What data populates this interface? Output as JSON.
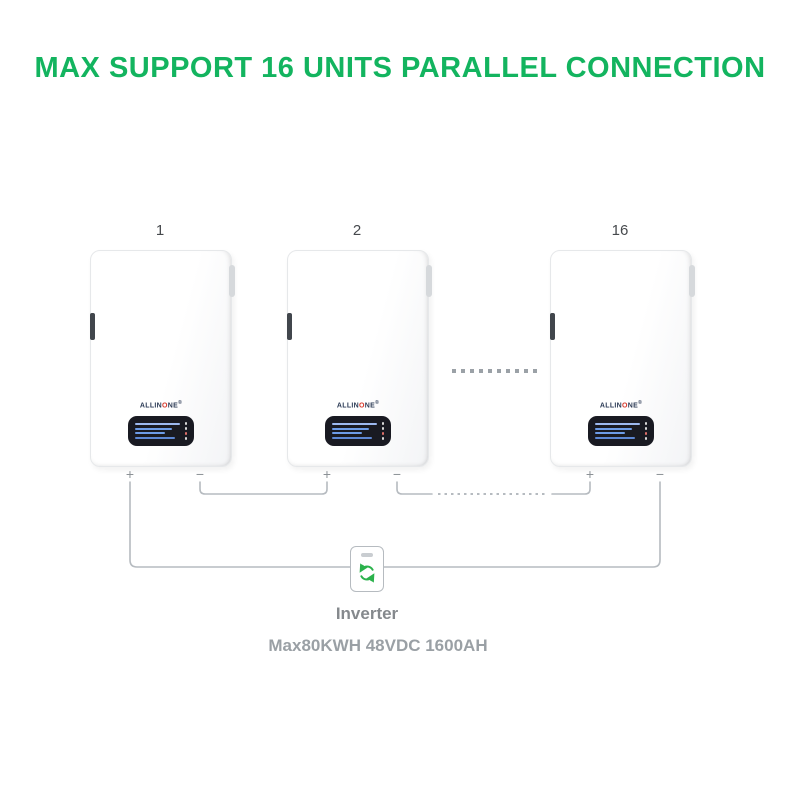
{
  "title": "MAX SUPPORT 16 UNITS PARALLEL CONNECTION",
  "unit_labels": [
    "1",
    "2",
    "16"
  ],
  "battery": {
    "logo_left": "ALLIN",
    "logo_o": "O",
    "logo_right": "NE",
    "reg_mark": "®"
  },
  "terminals": {
    "plus": "+",
    "minus": "−"
  },
  "inverter": {
    "label": "Inverter",
    "spec": "Max80KWH 48VDC 1600AH"
  },
  "colors": {
    "green": "#13b45f",
    "wire": "#b6bbc0",
    "graytext": "#8c9196",
    "spectext": "#9aa0a5",
    "labeltext": "#46494d"
  }
}
